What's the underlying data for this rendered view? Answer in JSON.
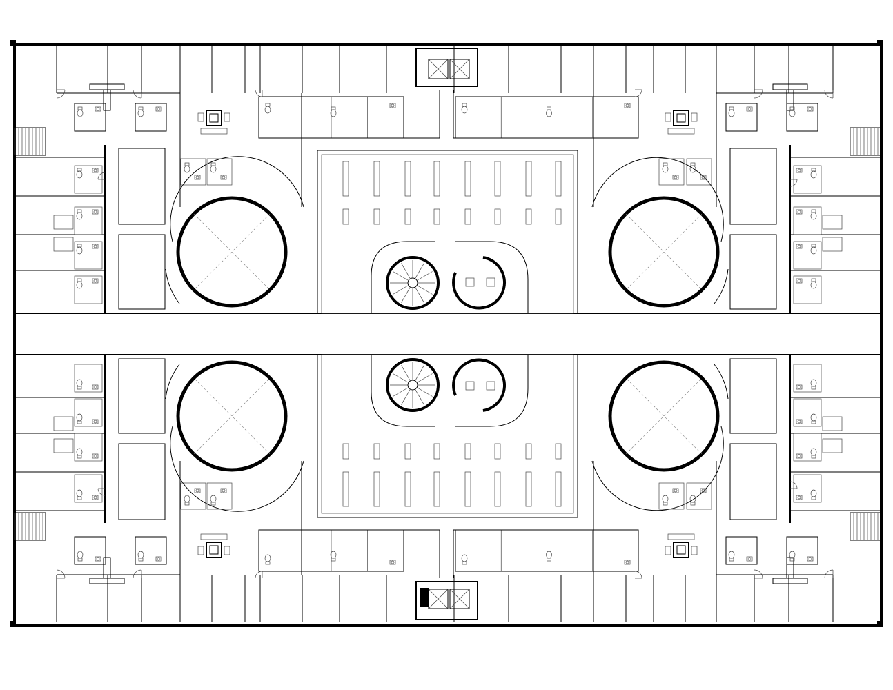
{
  "diagram": {
    "kind": "architectural floor plan",
    "text": "",
    "elements": [
      "outer-building-wall",
      "central-corridor",
      "atrium-circle",
      "open-plan-hall",
      "spiral-stair",
      "round-meeting-room",
      "elevator-core",
      "egress-stair",
      "guest-unit",
      "bathroom-fixtures"
    ]
  }
}
